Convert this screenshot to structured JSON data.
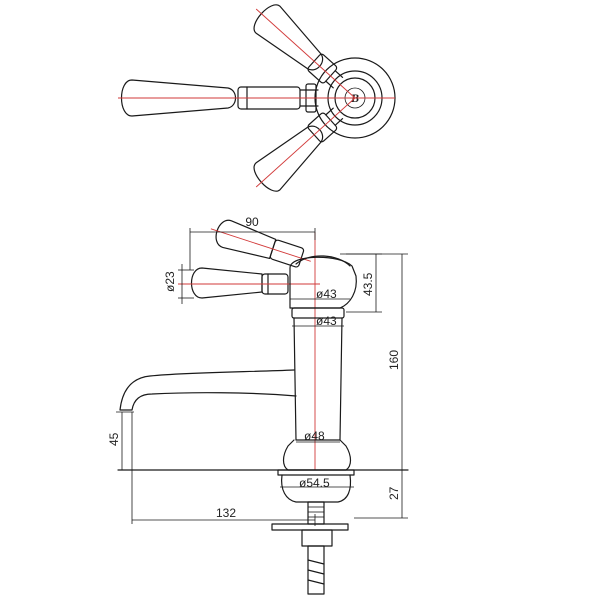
{
  "dimensions": {
    "width_top": "90",
    "lever_dia": "ø23",
    "head_height": "43.5",
    "total_height": "160",
    "head_dia_upper": "ø43",
    "head_dia_lower": "ø43",
    "base_dia": "ø48",
    "flange_dia": "ø54.5",
    "spout_height": "45",
    "base_height": "27",
    "reach": "132"
  },
  "colors": {
    "line": "#1a1a1a",
    "centerline": "#d23a3a"
  },
  "logo": "B"
}
